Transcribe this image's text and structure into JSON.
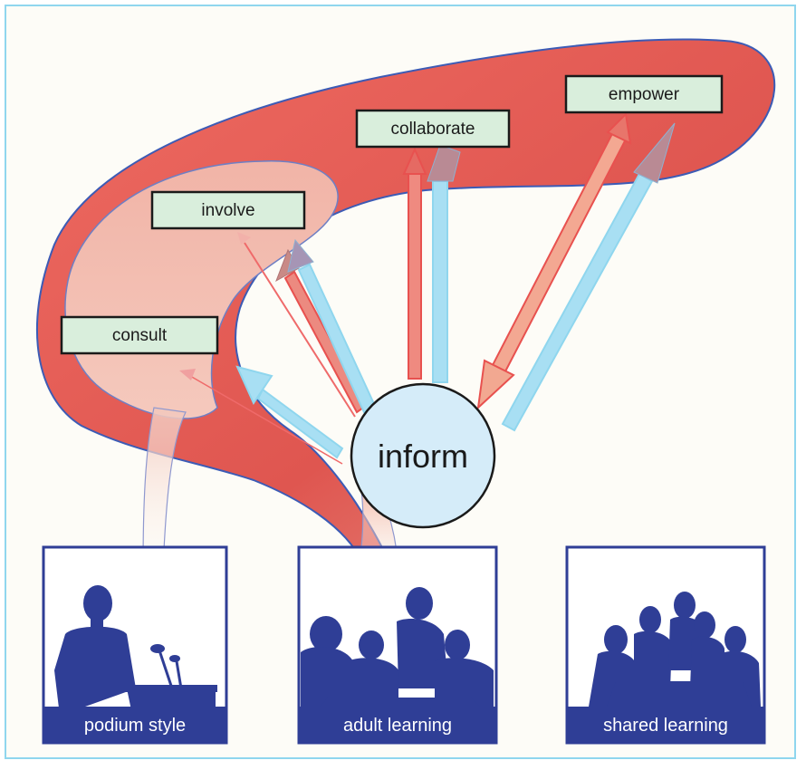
{
  "levels": {
    "inform": "inform",
    "consult": "consult",
    "involve": "involve",
    "collaborate": "collaborate",
    "empower": "empower"
  },
  "panels": [
    {
      "caption": "podium style"
    },
    {
      "caption": "adult learning"
    },
    {
      "caption": "shared learning"
    }
  ],
  "colors": {
    "frame_border": "#8fd6ee",
    "outer_region": "#e3605a",
    "inner_region": "#f3b9ab",
    "label_box": "#d9eedc",
    "arrow_red": "#e8514f",
    "arrow_blue": "#8fd6ee",
    "inform_fill": "#d5ecf9",
    "panel_fill": "#2f3e96"
  },
  "icons": [
    "podium-speaker-icon",
    "adult-learning-group-icon",
    "shared-learning-group-icon"
  ]
}
